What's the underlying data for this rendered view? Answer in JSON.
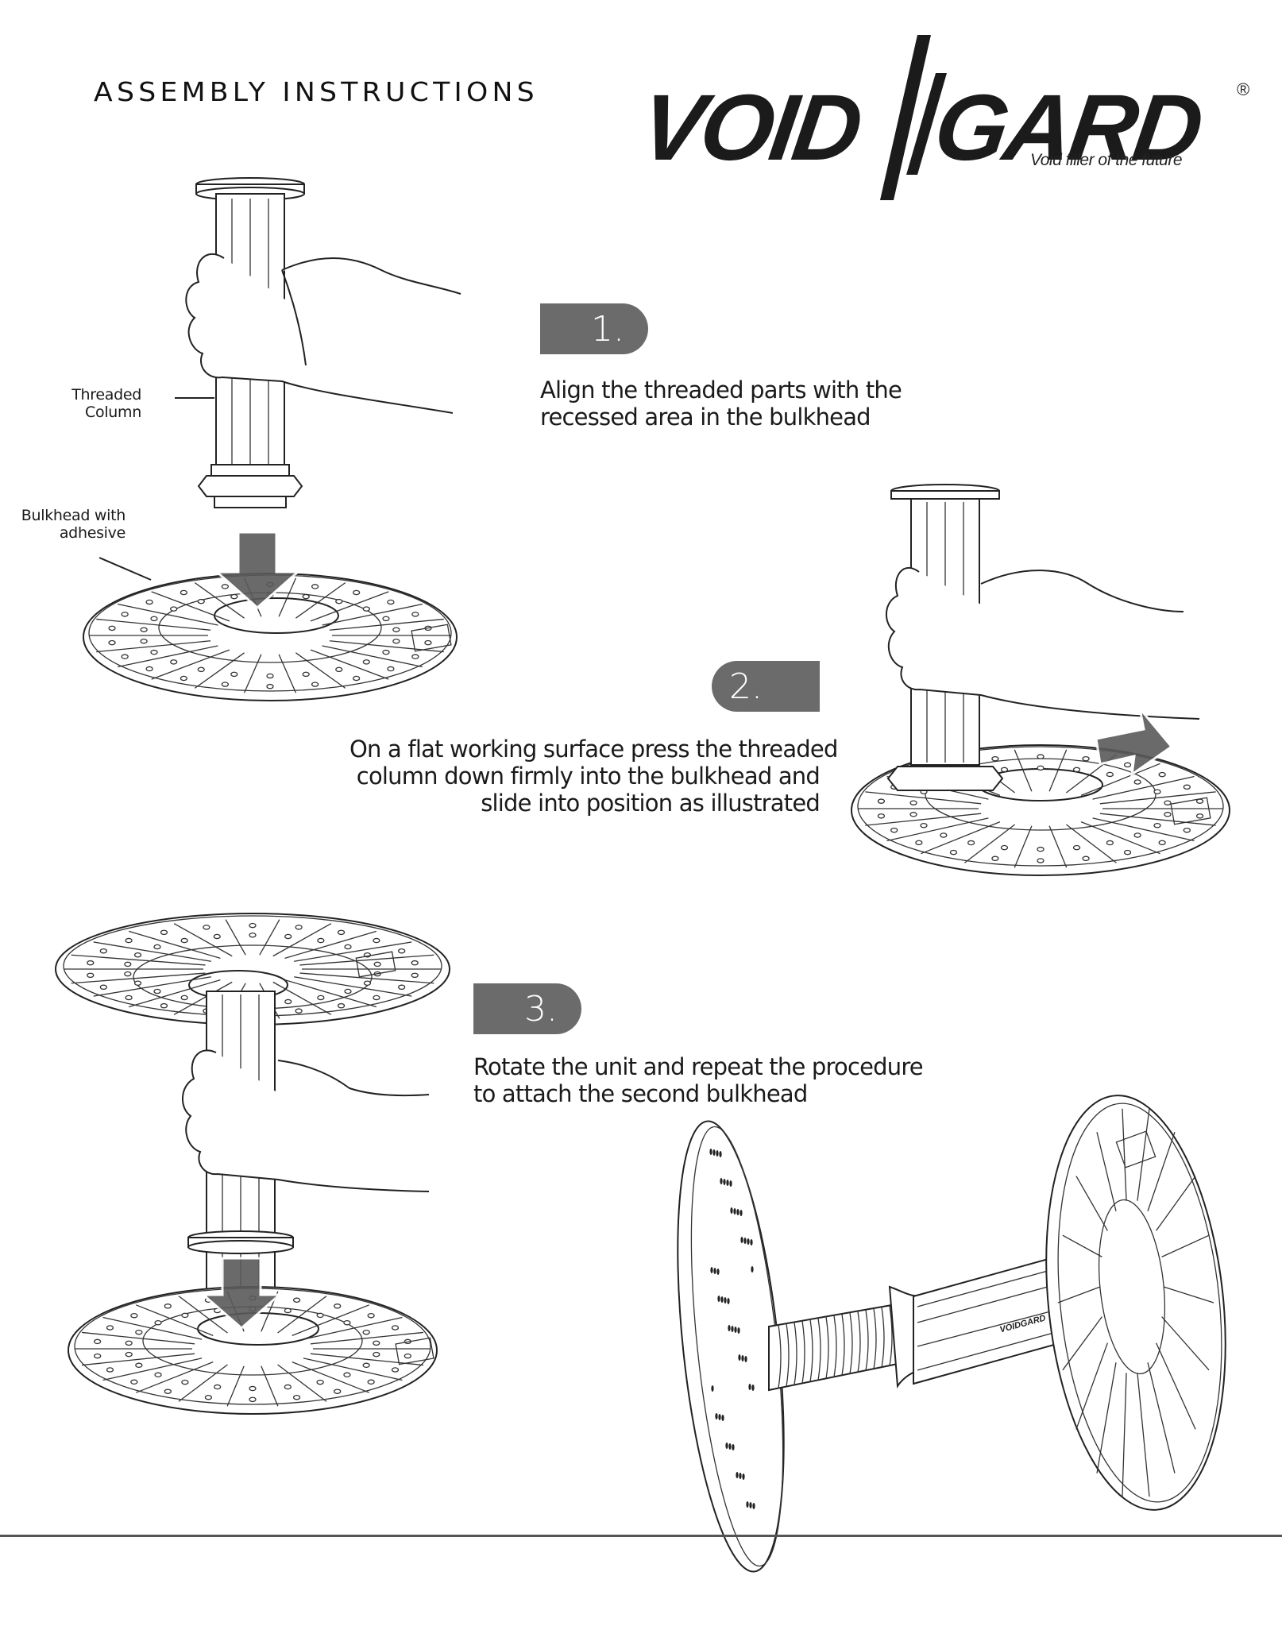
{
  "header": {
    "title": "ASSEMBLY INSTRUCTIONS",
    "brand": {
      "name_left": "VOID",
      "name_right": "GARD",
      "registered_mark": "®",
      "tagline": "Void filler of the future"
    }
  },
  "labels": {
    "threaded_column": [
      "Threaded",
      "Column"
    ],
    "bulkhead": [
      "Bulkhead with",
      "adhesive"
    ]
  },
  "steps": [
    {
      "number": "1.",
      "text": [
        "Align the threaded parts with the",
        "recessed area in the bulkhead"
      ]
    },
    {
      "number": "2.",
      "text": [
        "On a flat working surface press the threaded",
        "column down firmly into the bulkhead and",
        "slide  into position as illustrated"
      ]
    },
    {
      "number": "3.",
      "text": [
        "Rotate the unit and repeat the procedure",
        "to attach the second bulkhead"
      ]
    }
  ],
  "product_marking": "VOIDGARD",
  "colors": {
    "badge": "#6b6b6b",
    "text": "#1a1a1a",
    "arrow": "#5a5a5a"
  },
  "illustrations": [
    {
      "name": "step1-column-and-bulkhead",
      "description": "Hand holding threaded column above bulkhead with downward arrow"
    },
    {
      "name": "step2-press-and-slide",
      "description": "Hand pressing column into bulkhead with sideways arrow"
    },
    {
      "name": "step3-second-bulkhead",
      "description": "Inverted unit being attached to second bulkhead with downward arrow"
    },
    {
      "name": "assembled-unit",
      "description": "Completed void filler unit with two bulkheads and threaded column"
    }
  ]
}
